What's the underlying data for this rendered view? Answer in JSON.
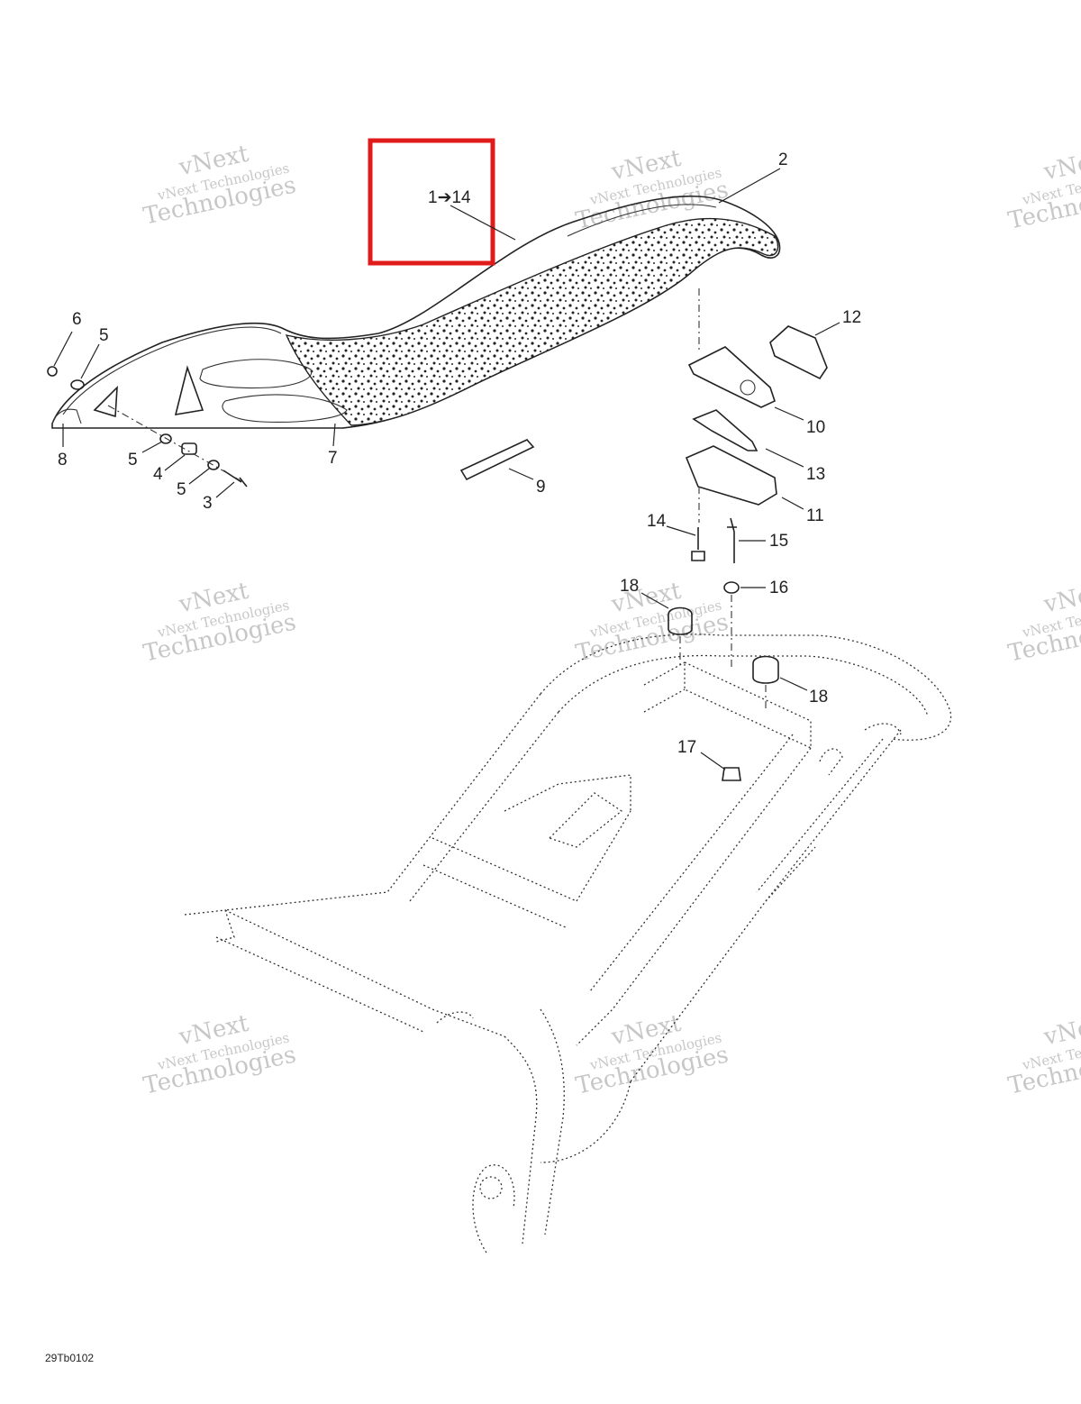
{
  "callouts": {
    "c_1_14": "1➔14",
    "c2": "2",
    "c3": "3",
    "c4": "4",
    "c5a": "5",
    "c5b": "5",
    "c5c": "5",
    "c6": "6",
    "c7": "7",
    "c8": "8",
    "c9": "9",
    "c10": "10",
    "c11": "11",
    "c12": "12",
    "c13": "13",
    "c14": "14",
    "c15": "15",
    "c16": "16",
    "c17": "17",
    "c18a": "18",
    "c18b": "18"
  },
  "watermark": {
    "line1": "vNext",
    "line2": "vNext Technologies",
    "line3": "Technologies"
  },
  "figure_code": "29Tb0102",
  "colors": {
    "highlight": "#e01b1b",
    "line": "#222222"
  }
}
